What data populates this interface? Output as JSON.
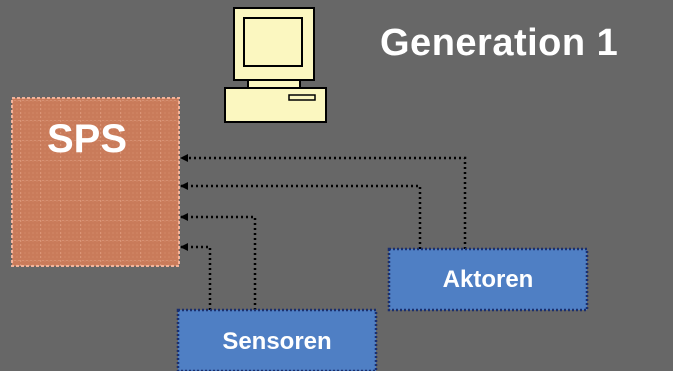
{
  "title": "Generation 1",
  "nodes": {
    "plc": {
      "label": "SPS"
    },
    "sensors": {
      "label": "Sensoren"
    },
    "actuators": {
      "label": "Aktoren"
    }
  },
  "computer": {
    "icon": "computer-icon"
  },
  "colors": {
    "background": "#676767",
    "plc_fill": "#c97b5a",
    "box_fill": "#4f7fc4",
    "box_border": "#1a2f6e",
    "computer_fill": "#fbf7c0",
    "connector": "#000000",
    "text": "#ffffff"
  }
}
